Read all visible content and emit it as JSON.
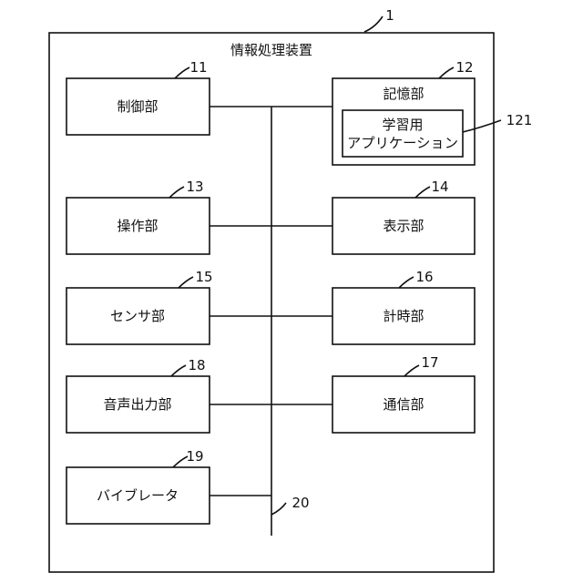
{
  "figure": {
    "ref_outer": "1",
    "title": "情報処理装置",
    "ref_bus": "20",
    "blocks": {
      "control": {
        "label": "制御部",
        "ref": "11"
      },
      "storage": {
        "label": "記憶部",
        "ref": "12"
      },
      "app": {
        "label_line1": "学習用",
        "label_line2": "アプリケーション",
        "ref": "121"
      },
      "operation": {
        "label": "操作部",
        "ref": "13"
      },
      "display": {
        "label": "表示部",
        "ref": "14"
      },
      "sensor": {
        "label": "センサ部",
        "ref": "15"
      },
      "timer": {
        "label": "計時部",
        "ref": "16"
      },
      "audio": {
        "label": "音声出力部",
        "ref": "18"
      },
      "comm": {
        "label": "通信部",
        "ref": "17"
      },
      "vibrator": {
        "label": "バイブレータ",
        "ref": "19"
      }
    }
  }
}
